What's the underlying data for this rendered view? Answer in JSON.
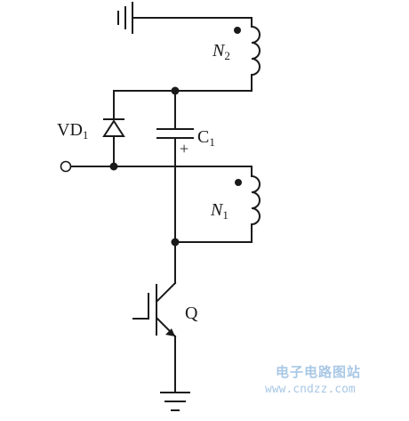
{
  "labels": {
    "n2": {
      "main": "N",
      "sub": "2"
    },
    "n1": {
      "main": "N",
      "sub": "1"
    },
    "vd1": {
      "main": "VD",
      "sub": "1"
    },
    "c1": {
      "main": "C",
      "sub": "1"
    },
    "q": "Q",
    "plus": "+"
  },
  "watermark": {
    "site_name": "电子电路图站",
    "url": "www.cndzz.com"
  },
  "colors": {
    "ink": "#1a1a1a",
    "watermark": "#a9c8e6"
  }
}
